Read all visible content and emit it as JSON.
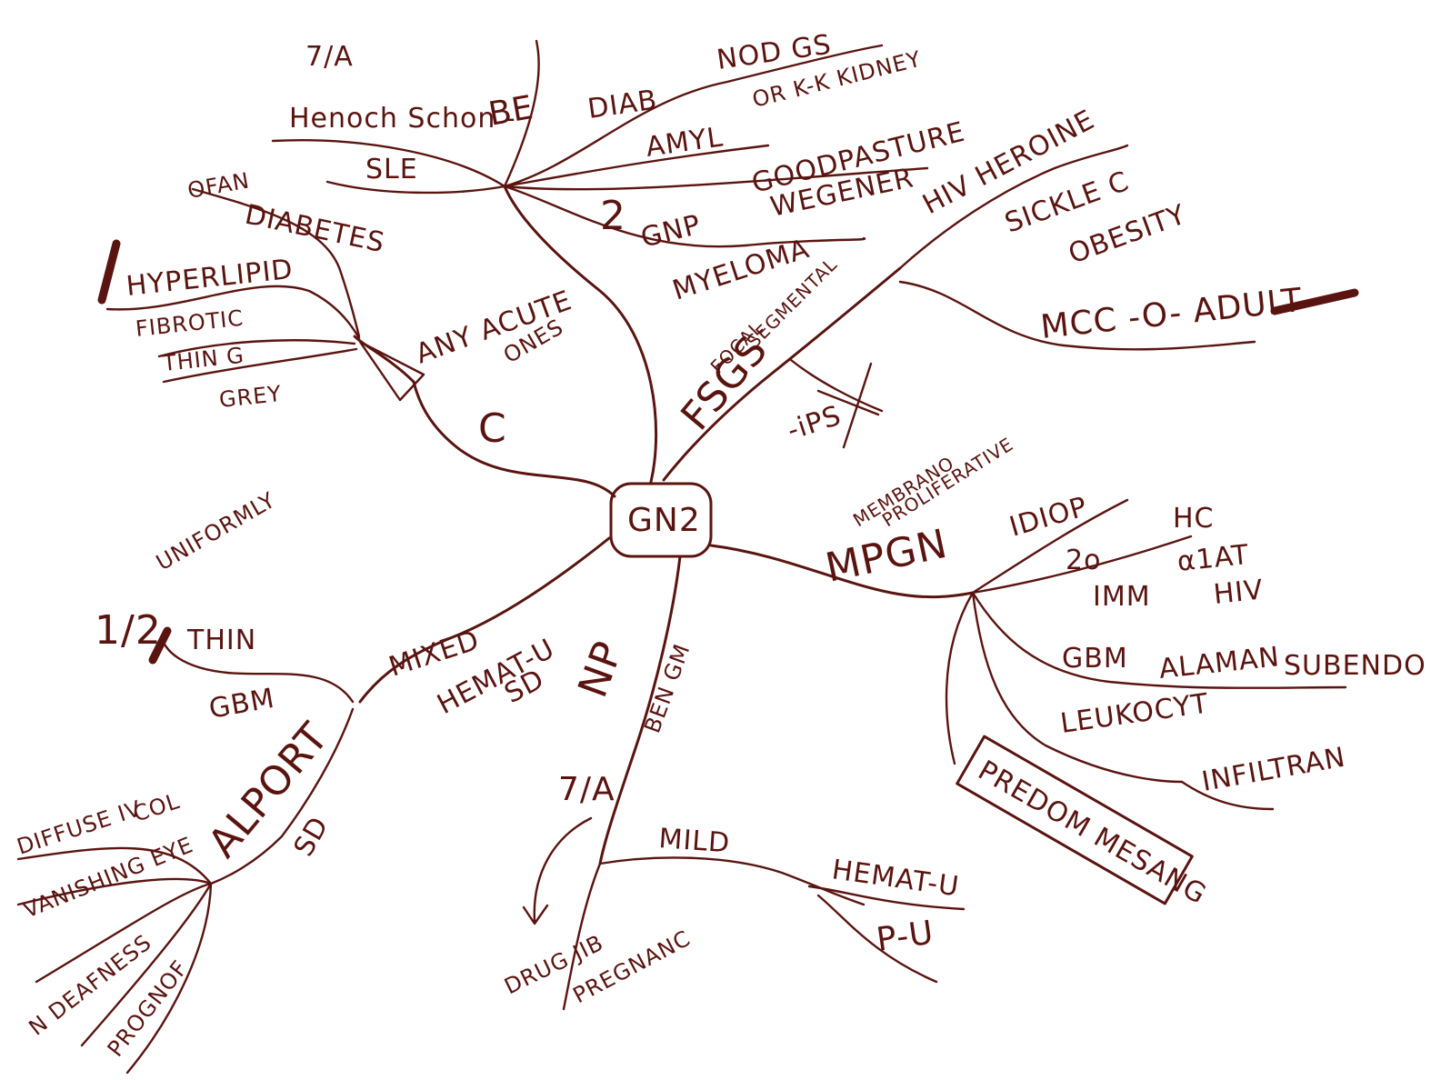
{
  "ink_color": "#5a1410",
  "center": {
    "label": "GN2"
  },
  "labels": {
    "be": "BE",
    "fa_top": "7/A",
    "henoch": "Henoch Schon -",
    "sle": "SLE",
    "diab": "DIAB",
    "nod_gs": "NOD GS",
    "kidney": "OR K-K KIDNEY",
    "amyl": "AMYL",
    "goodpasture": "GOODPASTURE",
    "two": "2",
    "gnp": "GNP",
    "wegener": "WEGENER",
    "hiv_heroine": "HIV HEROINE",
    "myeloma": "MYELOMA",
    "sickle": "SICKLE C",
    "obesity": "OBESITY",
    "focal": "FOCAL",
    "segmental": "SEGMENTAL",
    "fsgs": "FSGS",
    "mcc_adult": "MCC -O- ADULT",
    "pts_crossed": "-iPS",
    "any_acute": "ANY ACUTE",
    "ones": "ONES",
    "c": "C",
    "ofan": "OFAN",
    "diabetes": "DIABETES",
    "hyperlipid": "HYPERLIPID",
    "fibrotic": "FIBROTIC",
    "thin_g": "THIN G",
    "grey": "GREY",
    "uniformly": "UNIFORMLY",
    "half": "1/2",
    "thin": "THIN",
    "gbm_left": "GBM",
    "mixed": "MIXED",
    "hemat_u_sd": "HEMAT-U",
    "sd_mid": "SD",
    "alport": "ALPORT",
    "sd_alport": "SD",
    "diffuse_iv": "DIFFUSE IV",
    "col": "COL",
    "vanishing_eye": "VANISHING EYE",
    "n_deafness": "N DEAFNESS",
    "prognosis": "PROGNOF",
    "np": "NP",
    "ben_gm": "BEN GM",
    "fa_bottom": "7/A",
    "mild": "MILD",
    "hemat_u_bottom": "HEMAT-U",
    "p_u": "P-U",
    "drug_jib": "DRUG JIB",
    "pregnanc": "PREGNANC",
    "membrano": "MEMBRANO",
    "proliferative": "PROLIFERATIVE",
    "mpgn": "MPGN",
    "idiop": "IDIOP",
    "two_zero": "2o",
    "hc": "HC",
    "alpha1at": "α1AT",
    "imm": "IMM",
    "hiv_right": "HIV",
    "gbm_right": "GBM",
    "alaman": "ALAMAN",
    "subendo": "SUBENDO",
    "leukocyte": "LEUKOCYT",
    "infiltration": "INFILTRAN",
    "predom_mesang": "PREDOM MESANG"
  }
}
